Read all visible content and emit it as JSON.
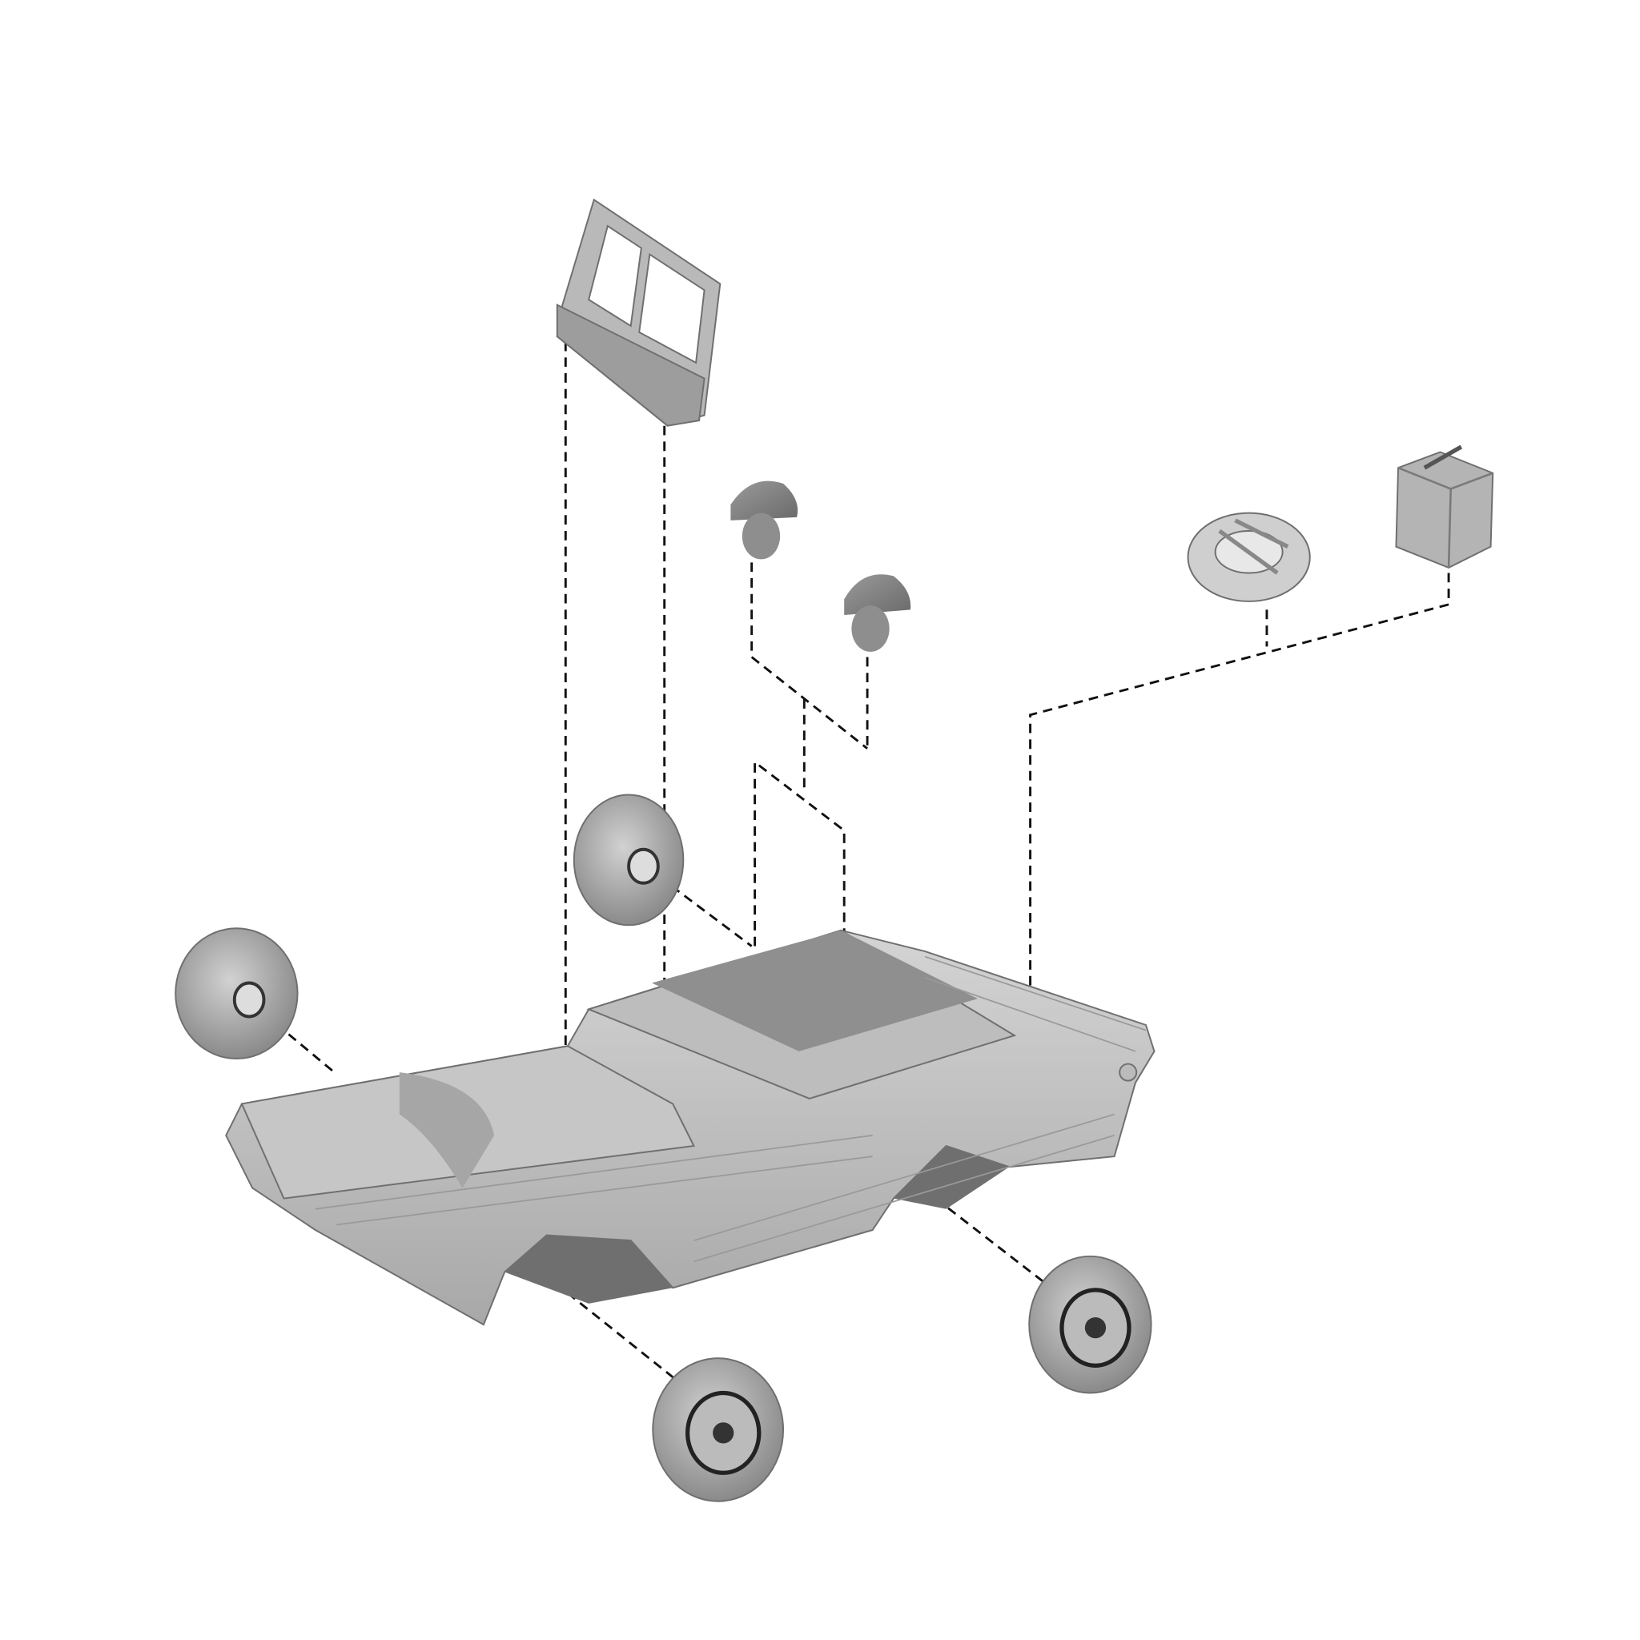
{
  "diagram": {
    "type": "exploded-assembly",
    "colors": {
      "background": "#ffffff",
      "resin_light": "#c9c9c9",
      "resin_mid": "#a9a9a9",
      "resin_dark": "#7d7d7d",
      "leader_line": "#111111"
    },
    "parts": [
      {
        "id": "hull",
        "icon": "amphibious-jeep-hull-icon"
      },
      {
        "id": "windshield",
        "icon": "windshield-frame-icon"
      },
      {
        "id": "head-1",
        "icon": "helmeted-head-icon"
      },
      {
        "id": "head-2",
        "icon": "helmeted-head-icon"
      },
      {
        "id": "spare-tire",
        "icon": "spare-tire-icon"
      },
      {
        "id": "jerry-can",
        "icon": "jerry-can-icon"
      },
      {
        "id": "wheel-front-left",
        "icon": "wheel-icon"
      },
      {
        "id": "wheel-rear-left",
        "icon": "wheel-icon"
      },
      {
        "id": "wheel-front-right",
        "icon": "wheel-icon"
      },
      {
        "id": "wheel-rear-right",
        "icon": "wheel-icon"
      }
    ]
  }
}
